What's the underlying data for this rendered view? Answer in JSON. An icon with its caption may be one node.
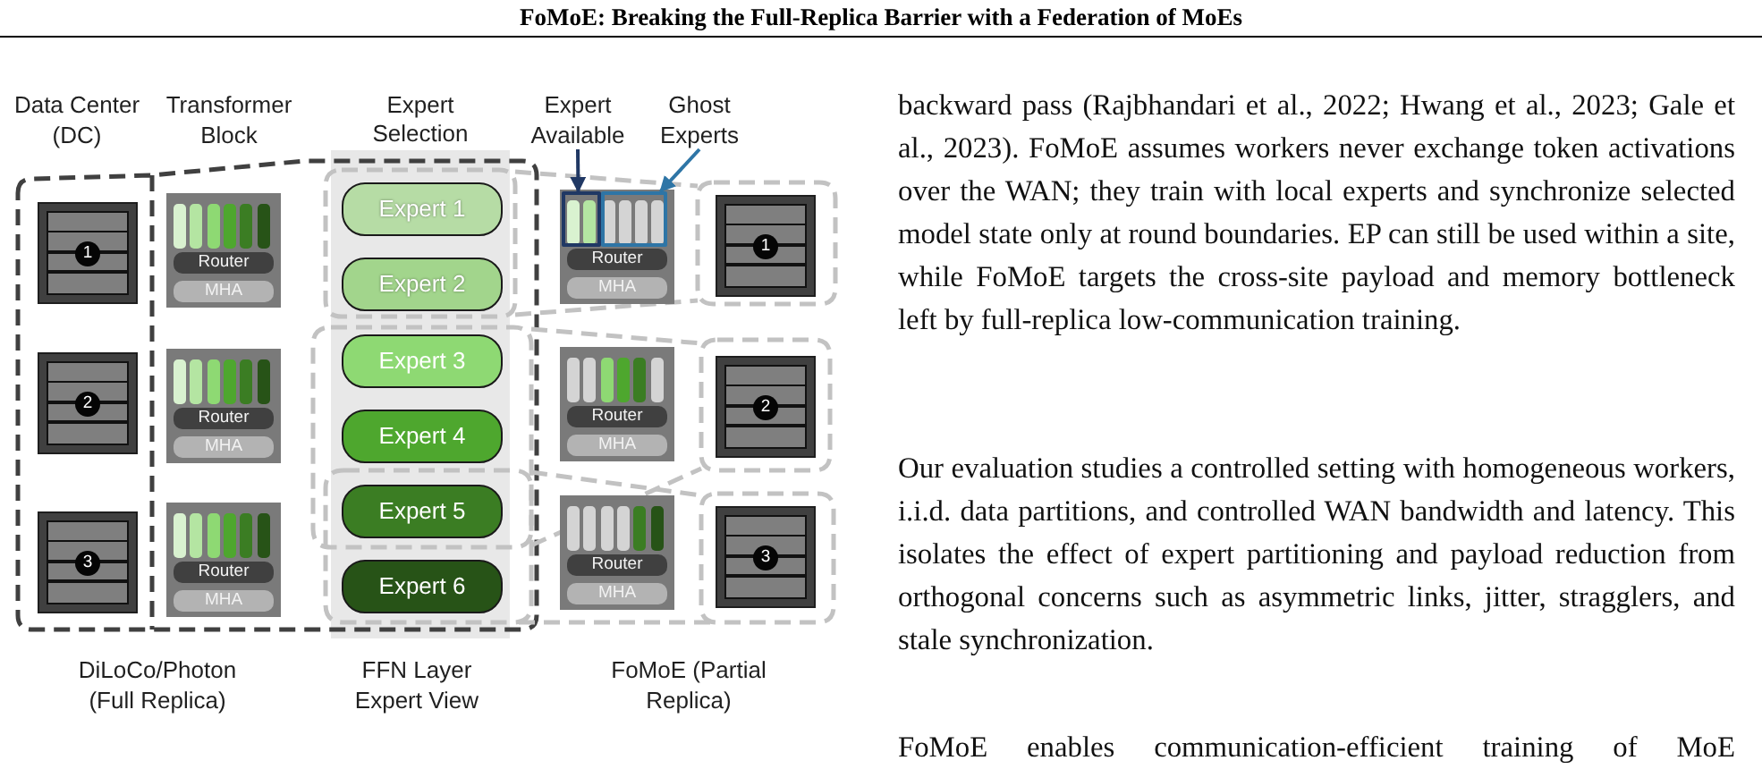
{
  "diagram": {
    "title": "FoMoE: Breaking the Full-Replica Barrier with a Federation of MoEs",
    "nodes": [
      {
        "text": [
          "1"
        ]
      },
      {
        "text": [
          "2"
        ]
      },
      {
        "text": [
          "3"
        ]
      },
      {
        "text": [
          "Router",
          "MHA"
        ]
      },
      {
        "text": [
          "Router",
          "MHA"
        ]
      },
      {
        "text": [
          "Router",
          "MHA"
        ]
      },
      {
        "text": [
          "Expert 1"
        ]
      },
      {
        "text": [
          "Expert 2"
        ]
      },
      {
        "text": [
          "Expert 3"
        ]
      },
      {
        "text": [
          "Expert 4"
        ]
      },
      {
        "text": [
          "Expert 5"
        ]
      },
      {
        "text": [
          "Expert 6"
        ]
      },
      {
        "text": [
          "Expert Available"
        ]
      },
      {
        "text": [
          "Ghost Experts"
        ]
      },
      {
        "text": [
          "Router",
          "MHA"
        ]
      },
      {
        "text": [],
        "shape": "box",
        "in": 14
      },
      {
        "text": [],
        "shape": "box",
        "in": 14
      },
      {
        "text": [
          "Router",
          "MHA"
        ]
      },
      {
        "text": [
          "Router",
          "MHA"
        ]
      },
      {
        "text": [
          "1"
        ]
      },
      {
        "text": [
          "2"
        ]
      },
      {
        "text": [
          "3"
        ]
      }
    ],
    "edges": [
      {
        "from": 12,
        "to": 15,
        "arrow": "to",
        "color": "#203864"
      },
      {
        "from": 13,
        "to": 16,
        "arrow": "to",
        "color": "#2e75a6"
      }
    ],
    "labels": [
      "Data Center (DC)",
      "Transformer Block",
      "Expert Selection",
      "DiLoCo/Photon (Full Replica)",
      "FFN Layer Expert View",
      "FoMoE (Partial Replica)",
      "backward pass (Rajbhandari et al., 2022; Hwang et al., 2023; Gale et al., 2023). FoMoE assumes workers never exchange token activations over the WAN; they train with local experts and synchronize selected model state only at round boundaries. EP can still be used within a site, while FoMoE targets the cross-site payload and memory bottleneck left by full-replica low-communication training.",
      "Our evaluation studies a controlled setting with homogeneous workers, i.i.d. data partitions, and controlled WAN bandwidth and latency. This isolates the effect of expert partitioning and payload reduction from orthogonal concerns such as asymmetric links, jitter, stragglers, and stale synchronization.",
      "FoMoE enables communication-efficient training of MoE"
    ]
  }
}
